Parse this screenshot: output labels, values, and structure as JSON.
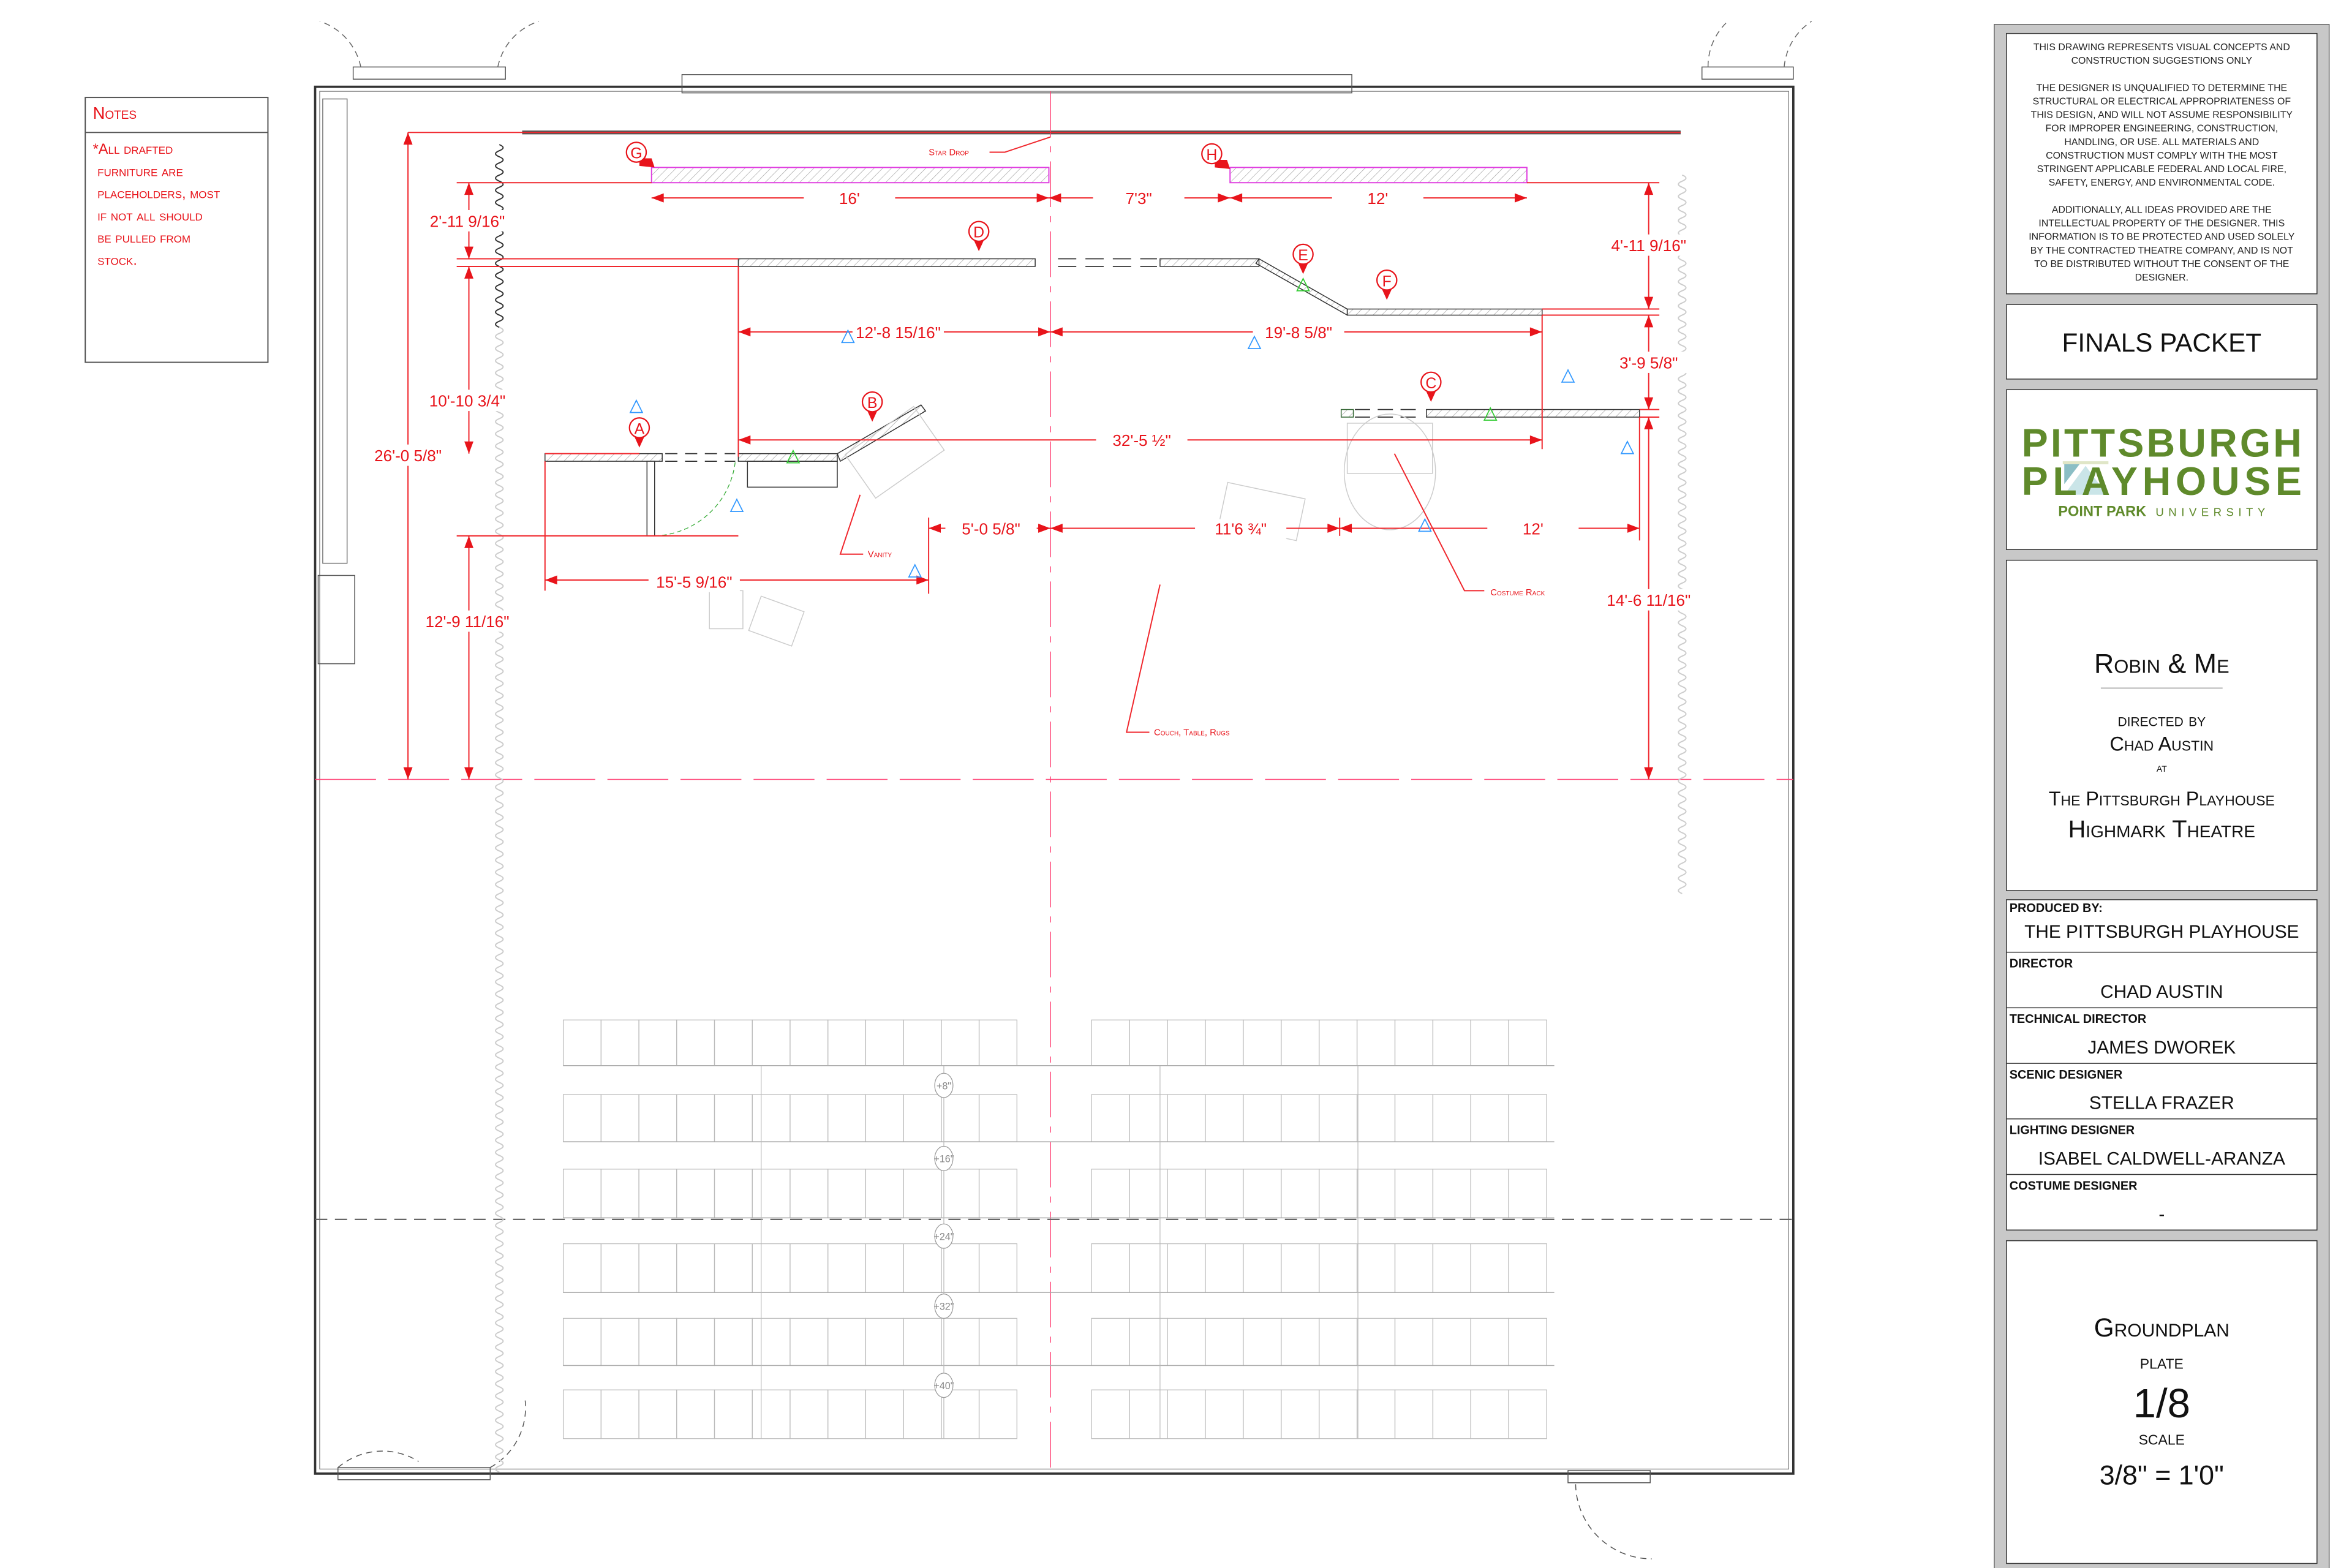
{
  "notes": {
    "title": "Notes",
    "lines": [
      "*All drafted",
      "furniture are",
      "placeholders, most",
      "if not all should",
      "be pulled from",
      "stock."
    ]
  },
  "drawing": {
    "markers": [
      "A",
      "B",
      "C",
      "D",
      "E",
      "F",
      "G",
      "H"
    ],
    "labels": {
      "star_drop": "Star Drop",
      "vanity": "Vanity",
      "costume_rack": "Costume Rack",
      "couch": "Couch, Table, Rugs"
    },
    "dimensions": {
      "g_width": "16'",
      "gap_gh": "7'3\"",
      "h_width": "12'",
      "left_top": "2'-11 9/16\"",
      "left_mid": "10'-10 3/4\"",
      "left_total": "26'-0 5/8\"",
      "left_bottom": "12'-9 11/16\"",
      "d_span": "12'-8 15/16\"",
      "ef_span": "19'-8 5/8\"",
      "total_span": "32'-5 ½\"",
      "b_gap": "5'-0 5/8\"",
      "mid_gap": "11'6 ¾\"",
      "c_width": "12'",
      "a_span": "15'-5 9/16\"",
      "right_top": "4'-11 9/16\"",
      "right_mid": "3'-9 5/8\"",
      "right_bottom": "14'-6 11/16\""
    },
    "riser_heights": [
      "+8\"",
      "+16\"",
      "+24\"",
      "+32\"",
      "+40\""
    ]
  },
  "title_block": {
    "disclaimer": [
      "THIS DRAWING REPRESENTS VISUAL CONCEPTS AND",
      "CONSTRUCTION SUGGESTIONS ONLY",
      "",
      "THE DESIGNER IS UNQUALIFIED TO DETERMINE THE",
      "STRUCTURAL OR ELECTRICAL APPROPRIATENESS OF",
      "THIS DESIGN, AND WILL NOT ASSUME RESPONSIBILITY",
      "FOR IMPROPER ENGINEERING, CONSTRUCTION,",
      "HANDLING, OR USE. ALL MATERIALS AND",
      "CONSTRUCTION MUST COMPLY WITH THE MOST",
      "STRINGENT APPLICABLE FEDERAL AND LOCAL FIRE,",
      "SAFETY, ENERGY, AND ENVIRONMENTAL CODE.",
      "",
      "ADDITIONALLY, ALL IDEAS PROVIDED ARE THE",
      "INTELLECTUAL PROPERTY OF THE DESIGNER. THIS",
      "INFORMATION IS TO BE PROTECTED AND USED SOLELY",
      "BY THE CONTRACTED THEATRE COMPANY, AND IS NOT",
      "TO BE DISTRIBUTED WITHOUT THE CONSENT OF THE",
      "DESIGNER."
    ],
    "packet": "FINALS PACKET",
    "logo": {
      "line1": "PITTSBURGH",
      "line2": "PLAYHOUSE",
      "sub_bold": "POINT PARK",
      "sub": "UNIVERSITY",
      "green": "#5f8a2b",
      "teal": "#2e8a96"
    },
    "show": {
      "title": "Robin & Me",
      "directed_by": "directed by",
      "director": "Chad Austin",
      "at": "at",
      "venue": "The Pittsburgh Playhouse",
      "theatre": "Highmark Theatre"
    },
    "credits": [
      {
        "label": "PRODUCED BY:",
        "value": "THE PITTSBURGH PLAYHOUSE"
      },
      {
        "label": "DIRECTOR",
        "value": "CHAD AUSTIN"
      },
      {
        "label": "TECHNICAL DIRECTOR",
        "value": "JAMES DWOREK"
      },
      {
        "label": "SCENIC DESIGNER",
        "value": "STELLA FRAZER"
      },
      {
        "label": "LIGHTING DESIGNER",
        "value": "ISABEL CALDWELL-ARANZA"
      },
      {
        "label": "COSTUME DESIGNER",
        "value": "-"
      }
    ],
    "plate": {
      "name": "Groundplan",
      "plate_label": "plate",
      "plate_number": "1/8",
      "scale_label": "scale",
      "scale": "3/8\" = 1'0\""
    }
  }
}
